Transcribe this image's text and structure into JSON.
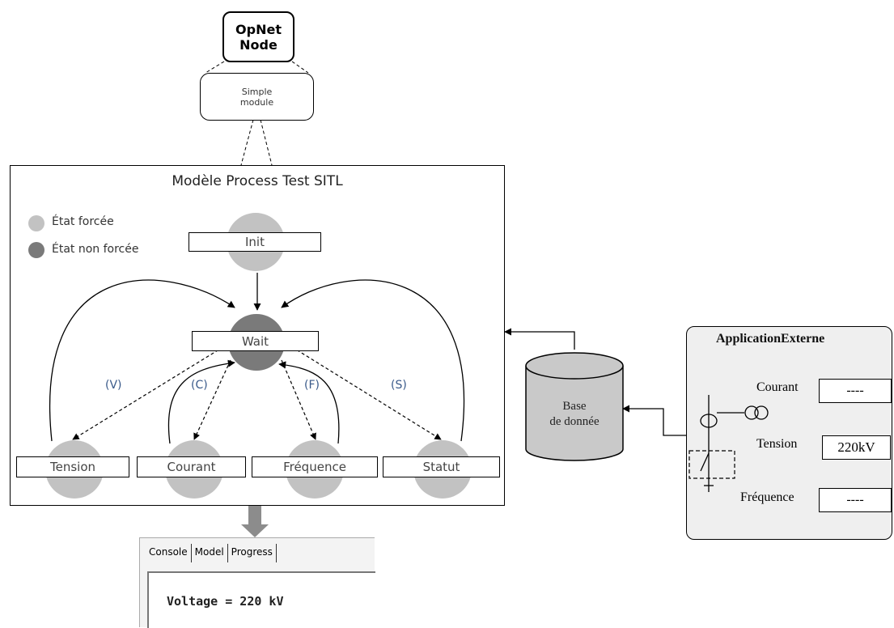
{
  "opnet_node": {
    "line1": "OpNet",
    "line2": "Node"
  },
  "simple_module": {
    "line1": "Simple",
    "line2": "module"
  },
  "process_model": {
    "title": "Modèle Process Test SITL",
    "legend": [
      {
        "label": "État forcée",
        "color": "#c2c2c2"
      },
      {
        "label": "État non forcée",
        "color": "#7a7a7a"
      }
    ],
    "states": {
      "init": "Init",
      "wait": "Wait",
      "tension": "Tension",
      "courant": "Courant",
      "frequence": "Fréquence",
      "statut": "Statut"
    },
    "transitions": {
      "v": "(V)",
      "c": "(C)",
      "f": "(F)",
      "s": "(S)"
    }
  },
  "database": {
    "line1": "Base",
    "line2": "de donnée"
  },
  "external_app": {
    "title": "ApplicationExterne",
    "fields": [
      {
        "label": "Courant",
        "value": "----"
      },
      {
        "label": "Tension",
        "value": "220kV"
      },
      {
        "label": "Fréquence",
        "value": "----"
      }
    ]
  },
  "console": {
    "tabs": [
      "Console",
      "Model",
      "Progress"
    ],
    "output": "Voltage = 220 kV"
  }
}
